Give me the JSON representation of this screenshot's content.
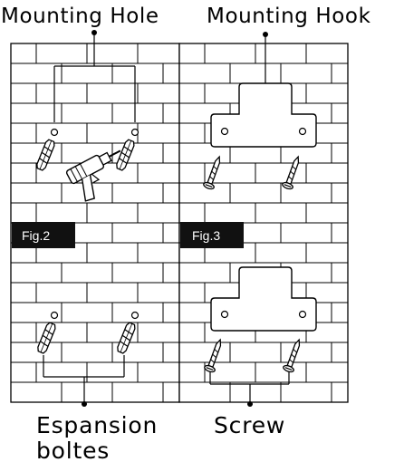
{
  "labels": {
    "mounting_hole": "Mounting Hole",
    "mounting_hook": "Mounting Hook",
    "expansion_bolts_line1": "Espansion",
    "expansion_bolts_line2": "boltes",
    "screw": "Screw"
  },
  "figures": {
    "fig2": "Fig.2",
    "fig3": "Fig.3"
  },
  "colors": {
    "ink": "#000000",
    "background": "#ffffff",
    "tag_bg": "#111111"
  },
  "icons": [
    "drill-icon",
    "expansion-bolt-icon",
    "screw-icon",
    "mounting-hook-bracket-icon",
    "mounting-hole-icon"
  ]
}
